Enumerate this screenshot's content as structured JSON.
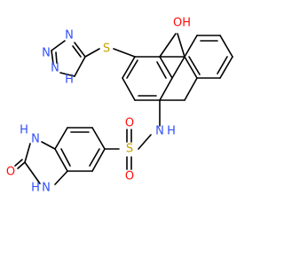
{
  "colors": {
    "carbon_bond": "#000000",
    "oxygen": "#ff0d0d",
    "nitrogen": "#3050f8",
    "sulfur": "#c8a000",
    "background": "#ffffff"
  },
  "atoms": {
    "hydroxyl": "OH",
    "thioether_s": "S",
    "triazole_n_top": "N",
    "triazole_n_left": "N",
    "triazole_nh": "N",
    "triazole_nh_h": "H",
    "amide_n": "N",
    "amide_h": "H",
    "sulfonyl_s": "S",
    "sulfonyl_o_top": "O",
    "sulfonyl_o_bottom": "O",
    "imid_nh_top": "N",
    "imid_nh_top_h": "H",
    "imid_nh_bottom": "N",
    "imid_nh_bottom_h": "H",
    "carbonyl_o": "O"
  }
}
